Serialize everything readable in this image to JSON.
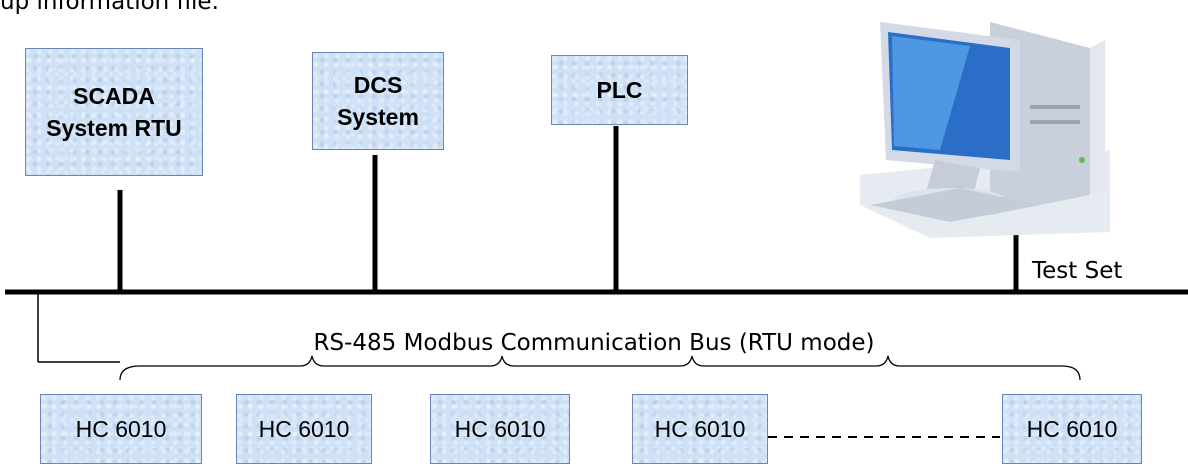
{
  "caption": "up information file.",
  "systems": [
    {
      "line1": "SCADA",
      "line2": "System RTU"
    },
    {
      "line1": "DCS",
      "line2": "System"
    },
    {
      "line1": "PLC"
    }
  ],
  "test_set_label": "Test Set",
  "bus_label": "RS-485 Modbus Communication Bus (RTU mode)",
  "devices": [
    "HC 6010",
    "HC 6010",
    "HC 6010",
    "HC 6010",
    "HC 6010"
  ],
  "computer_icon": "desktop-computer-icon",
  "colors": {
    "box_fill": "#cfe1f6",
    "box_border": "#6a86b8",
    "line": "#000000"
  }
}
